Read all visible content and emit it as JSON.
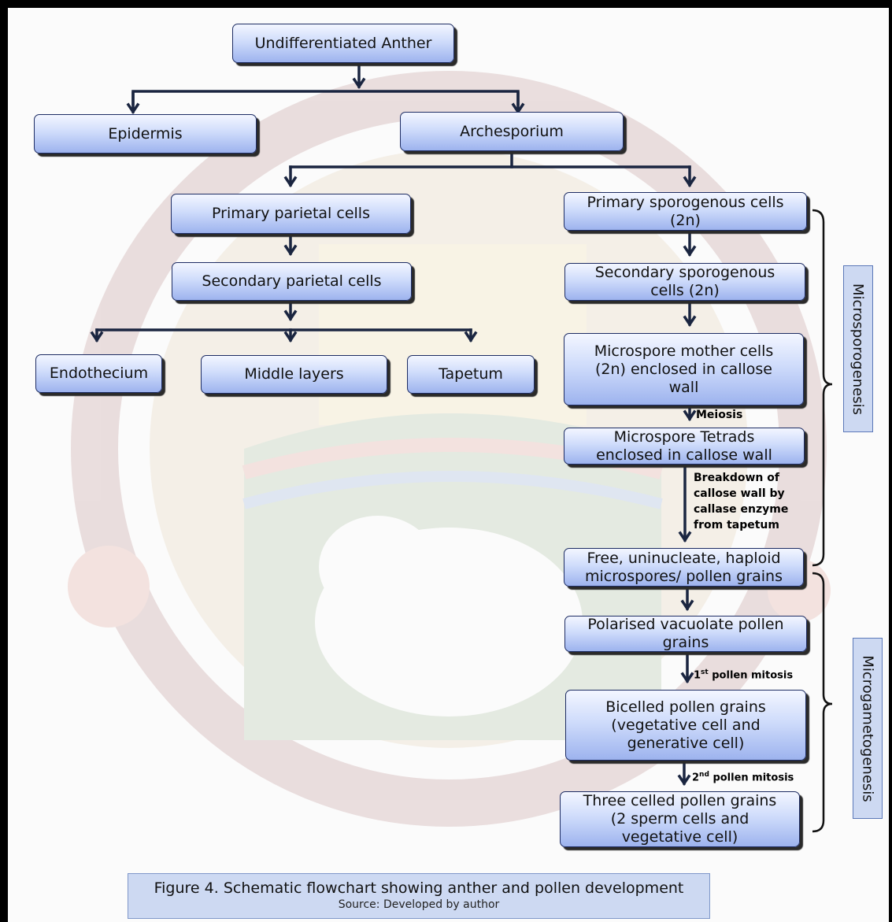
{
  "nodes": {
    "undifferentiated_anther": "Undifferentiated Anther",
    "epidermis": "Epidermis",
    "archesporium": "Archesporium",
    "primary_parietal": "Primary parietal cells",
    "secondary_parietal": "Secondary parietal cells",
    "endothecium": "Endothecium",
    "middle_layers": "Middle layers",
    "tapetum": "Tapetum",
    "primary_sporogenous": [
      "Primary sporogenous cells",
      "(2n)"
    ],
    "secondary_sporogenous": [
      "Secondary sporogenous",
      "cells (2n)"
    ],
    "microspore_mother": [
      "Microspore mother cells",
      "(2n) enclosed in callose",
      "wall"
    ],
    "microspore_tetrads": [
      "Microspore Tetrads",
      "enclosed in callose wall"
    ],
    "free_microspores": [
      "Free, uninucleate, haploid",
      "microspores/ pollen grains"
    ],
    "polarised": [
      "Polarised vacuolate pollen",
      "grains"
    ],
    "bicelled": [
      "Bicelled pollen grains",
      "(vegetative cell and",
      "generative cell)"
    ],
    "three_celled": [
      "Three celled pollen grains",
      "(2 sperm cells and",
      "vegetative cell)"
    ]
  },
  "edge_labels": {
    "meiosis": "Meiosis",
    "breakdown": [
      "Breakdown of",
      "callose wall by",
      "callase enzyme",
      "from tapetum"
    ],
    "mitosis_1_number": "1",
    "mitosis_1_suffix": "st",
    "mitosis_1_text": "pollen mitosis",
    "mitosis_2_number": "2",
    "mitosis_2_suffix": "nd",
    "mitosis_2_text": "pollen mitosis"
  },
  "side_labels": {
    "microsporogenesis": "Microsporogenesis",
    "microgametogenesis": "Microgametogenesis"
  },
  "caption": {
    "title": "Figure 4. Schematic flowchart showing anther and pollen development",
    "source": "Source: Developed by author"
  },
  "colors": {
    "node_fill_top": "#f3f6ff",
    "node_fill_bottom": "#9db3ee",
    "node_border": "#1d2c63",
    "connector": "#1a2540",
    "label_panel": "#cdd9f2"
  }
}
